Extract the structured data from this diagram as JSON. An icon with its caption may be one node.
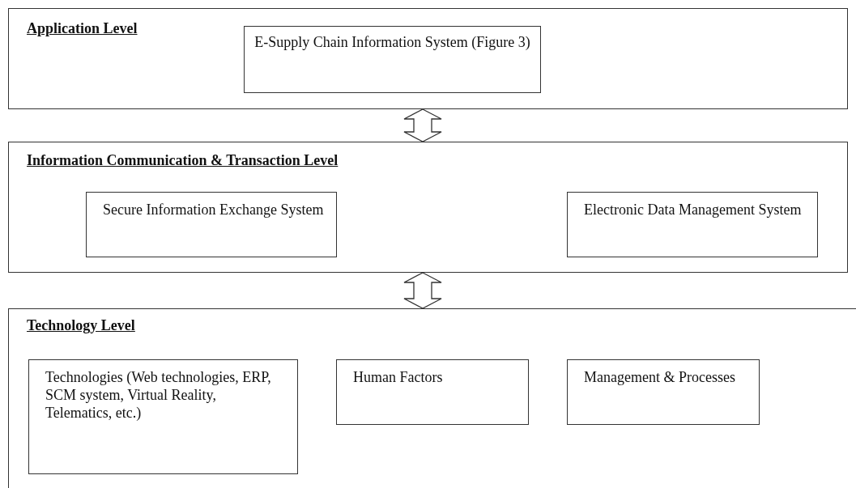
{
  "diagram": {
    "nodes": [
      {
        "text": [
          "Application Level"
        ]
      },
      {
        "text": [
          "E-Supply Chain Information System (Figure 3)"
        ],
        "in": 0
      },
      {
        "text": [
          "Information Communication & Transaction Level"
        ]
      },
      {
        "text": [
          "Secure Information Exchange System"
        ],
        "in": 2
      },
      {
        "text": [
          "Electronic Data Management System"
        ],
        "in": 2
      },
      {
        "text": [
          "Technology Level"
        ]
      },
      {
        "text": [
          "Technologies (Web technologies, ERP, SCM system, Virtual Reality, Telematics, etc.)"
        ],
        "in": 5
      },
      {
        "text": [
          "Human Factors"
        ],
        "in": 5
      },
      {
        "text": [
          "Management & Processes"
        ],
        "in": 5
      }
    ],
    "edges": [
      {
        "from": 0,
        "to": 2,
        "arrow": "both"
      },
      {
        "from": 2,
        "to": 5,
        "arrow": "both"
      }
    ]
  }
}
